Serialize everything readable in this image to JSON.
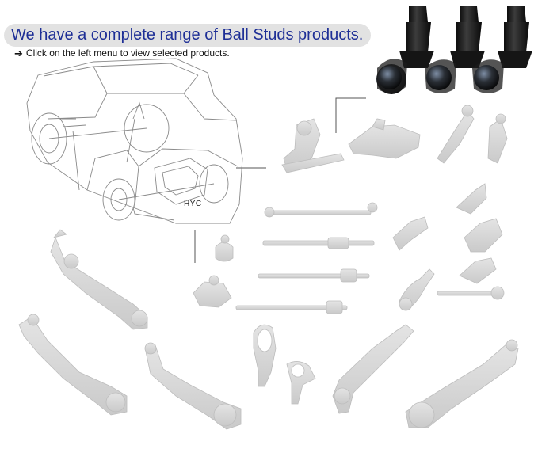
{
  "header": {
    "title": "We have a complete range of Ball Studs products.",
    "subtitle": "Click on the left menu to view selected products.",
    "arrow_icon": "right-arrow-icon"
  },
  "car": {
    "label": "HYC"
  },
  "colors": {
    "title_text": "#1e2f96",
    "title_bg": "#e2e2e2",
    "parts_faded": "#cfcfcf",
    "parts_outline": "#b8b8b8",
    "ball_stud_dark": "#1a1a1a"
  }
}
